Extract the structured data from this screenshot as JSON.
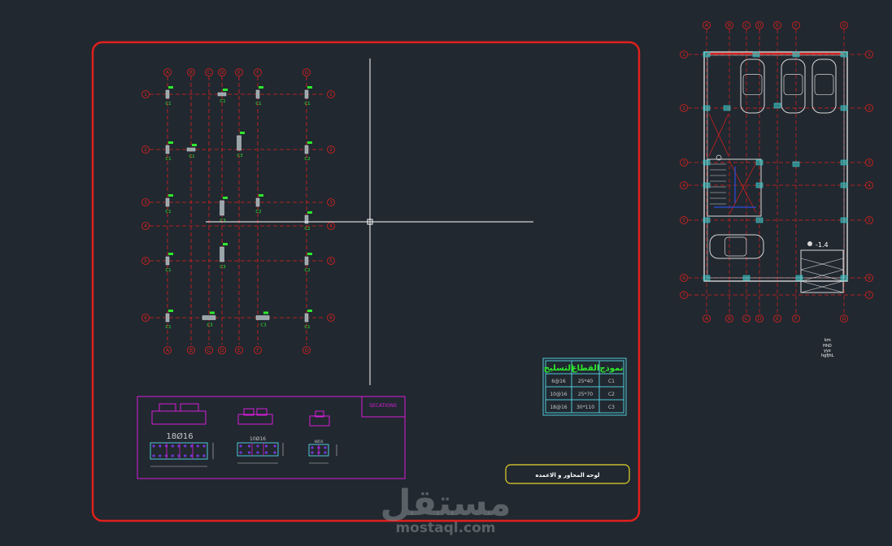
{
  "colors": {
    "background": "#212830",
    "frame": "#e0201c",
    "axis": "#e0201c",
    "column": "#9aa6aa",
    "label": "#2ee82e",
    "section": "#d81cd8",
    "table": "#4fc8d6",
    "title_box": "#e6d62a",
    "wall": "#d8d8d8",
    "cyan": "#38c8c8",
    "blue": "#2a4ee0"
  },
  "plan": {
    "col_axes": [
      "A",
      "B",
      "C",
      "D",
      "E",
      "F",
      "G"
    ],
    "row_axes": [
      "1",
      "2",
      "3",
      "4",
      "5",
      "6"
    ],
    "columns": [
      {
        "code": "C1"
      },
      {
        "code": "C1"
      },
      {
        "code": "C1"
      },
      {
        "code": "C1"
      },
      {
        "code": "C1"
      },
      {
        "code": "C1"
      },
      {
        "code": "C3"
      },
      {
        "code": "C2"
      },
      {
        "code": "C1"
      },
      {
        "code": "C3"
      },
      {
        "code": "C2"
      },
      {
        "code": "C2"
      },
      {
        "code": "C1"
      },
      {
        "code": "C3"
      },
      {
        "code": "C2"
      },
      {
        "code": "C1"
      },
      {
        "code": "C3"
      },
      {
        "code": "C3"
      },
      {
        "code": "C1"
      }
    ]
  },
  "sections": {
    "title": "SECATIONS",
    "labels": [
      "18Ø16",
      "10Ø16",
      "6Ø16"
    ]
  },
  "schedule": {
    "headers": [
      "التسليح",
      "القطاع",
      "نموذج"
    ],
    "rows": [
      {
        "rebar": "6@16",
        "section": "25*40",
        "type": "C1"
      },
      {
        "rebar": "10@16",
        "section": "25*70",
        "type": "C2"
      },
      {
        "rebar": "18@16",
        "section": "30*110",
        "type": "C3"
      }
    ]
  },
  "title_block": "لوحه المحاور و الاعمده",
  "arch": {
    "axes_top": [
      "A",
      "B",
      "C",
      "D",
      "E",
      "F",
      "G"
    ],
    "axes_side": [
      "1",
      "2",
      "3",
      "4",
      "5",
      "6",
      "7"
    ],
    "stair_label": "-1.4",
    "notes": [
      "km",
      "HhD",
      "yyx",
      "hgfjhL"
    ]
  },
  "watermark": {
    "brand": "مستقل",
    "url": "mostaql.com"
  }
}
